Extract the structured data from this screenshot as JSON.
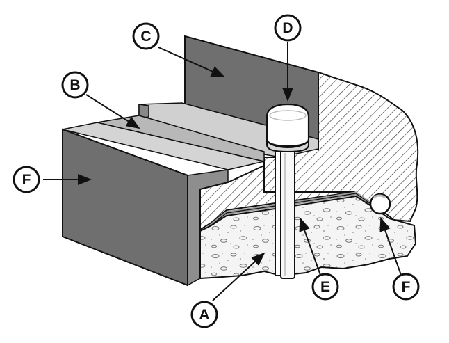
{
  "callouts": [
    {
      "id": "A",
      "label": "A"
    },
    {
      "id": "B",
      "label": "B"
    },
    {
      "id": "C",
      "label": "C"
    },
    {
      "id": "D",
      "label": "D"
    },
    {
      "id": "E",
      "label": "E"
    },
    {
      "id": "F_left",
      "label": "F"
    },
    {
      "id": "F_right",
      "label": "F"
    }
  ],
  "colors": {
    "dark_gray": "#6f6f6f",
    "mid_gray": "#8a8a8a",
    "light_gray": "#b9b9b9",
    "pale_gray": "#d6d6d6",
    "outline": "#111111",
    "concrete": "#f3f3f3"
  }
}
